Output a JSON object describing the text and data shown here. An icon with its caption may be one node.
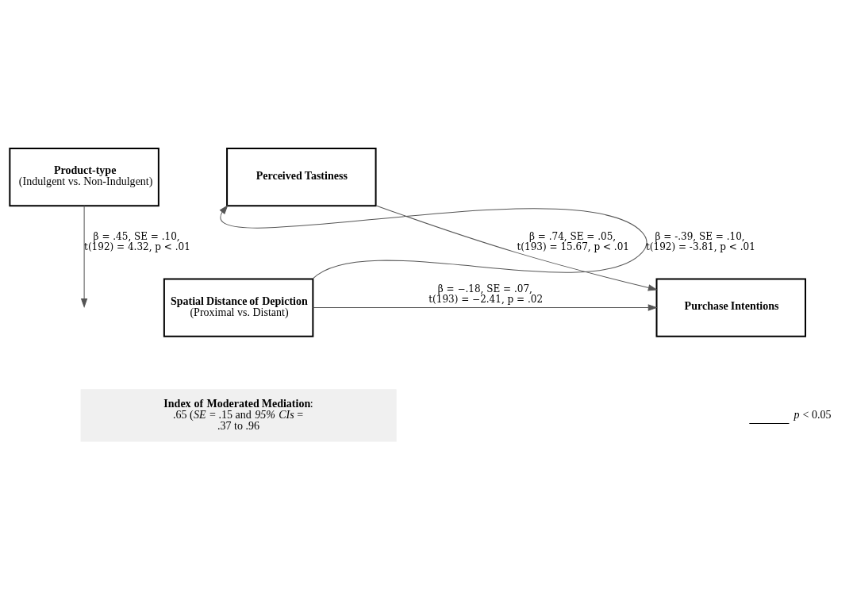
{
  "diagram": {
    "nodes": [
      {
        "text": [
          "**Product-type** (Indulgent vs. Non-Indulgent)"
        ]
      },
      {
        "text": [
          "**Perceived Tastiness**"
        ]
      },
      {
        "text": [
          "**Spatial Distance of Depiction** (Proximal vs. Distant)"
        ]
      },
      {
        "text": [
          "**Purchase Intentions**"
        ]
      },
      {
        "text": [
          "**Index of Moderated Mediation**:",
          ".65 (*SE* = .15 and *95% CIs* = .37 to .96"
        ]
      }
    ],
    "edges": [
      {
        "from": 0,
        "to": null,
        "arrow": "to",
        "label": "β = .45, SE = .10, t(192) = 4.32, p < .01"
      },
      {
        "from": 2,
        "to": 1,
        "arrow": "to",
        "label": "β = -.39, SE = .10, t(192) = -3.81, p < .01"
      },
      {
        "from": 1,
        "to": 3,
        "arrow": "to",
        "label": "β = .74, SE = .05, t(193) = 15.67, p < .01"
      },
      {
        "from": 2,
        "to": 3,
        "arrow": "to",
        "label": "β = −.18, SE = .07, t(193) = −2.41, p = .02"
      }
    ],
    "legend": [
      {
        "text": "*p* < 0.05"
      }
    ]
  }
}
